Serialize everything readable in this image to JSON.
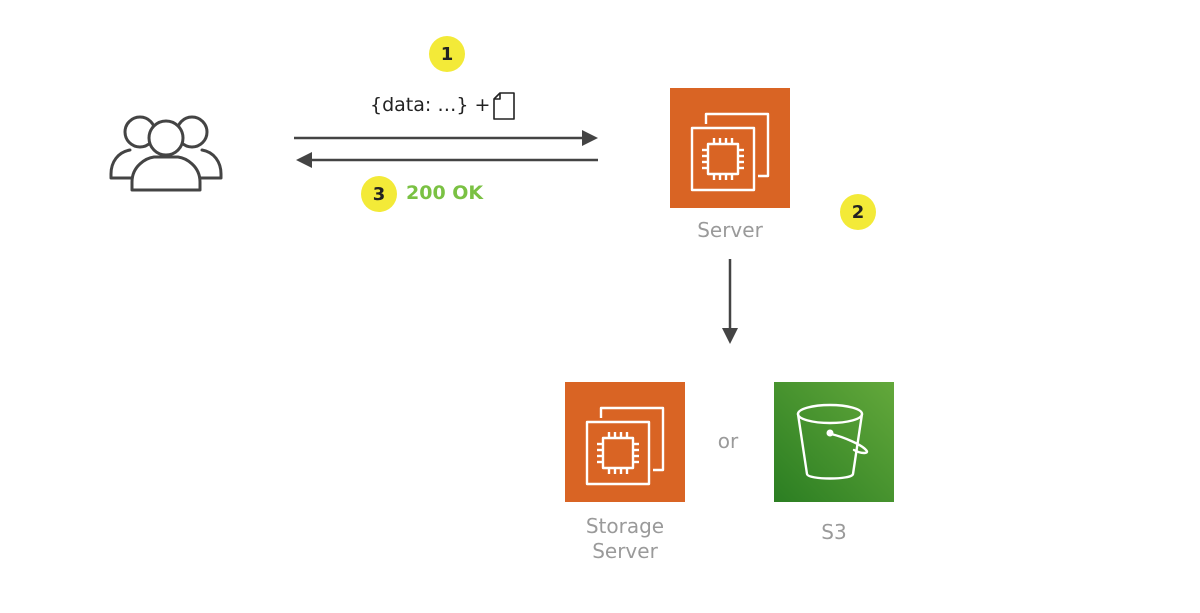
{
  "colors": {
    "badge": "#f3ea38",
    "ec2_tile": "#d96424",
    "s3_tile_top": "#63a83b",
    "s3_tile_bottom": "#2b7e22",
    "arrow": "#444444",
    "ok_text": "#7ac143",
    "label_text": "#9a9a9a"
  },
  "steps": {
    "request": "1",
    "store": "2",
    "response": "3"
  },
  "request": {
    "payload": "{data: …} +",
    "attachment_icon": "file-icon"
  },
  "response": {
    "status": "200 OK"
  },
  "nodes": {
    "users": {
      "icon": "users-icon"
    },
    "server": {
      "label": "Server",
      "icon": "ec2-instance-icon"
    },
    "storage_server": {
      "label_line1": "Storage",
      "label_line2": "Server",
      "icon": "ec2-instance-icon"
    },
    "s3": {
      "label": "S3",
      "icon": "s3-bucket-icon"
    }
  },
  "connector": {
    "or": "or"
  }
}
